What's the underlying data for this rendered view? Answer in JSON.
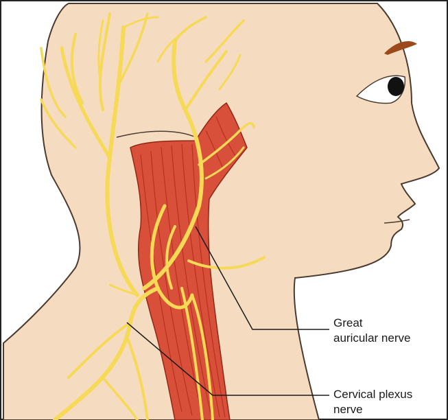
{
  "labels": {
    "great_auricular": [
      "Great",
      "auricular nerve"
    ],
    "cervical_plexus": [
      "Cervical plexus",
      "nerve"
    ]
  },
  "colors": {
    "skin": "#f5dcc0",
    "skin_outline": "#4a3a30",
    "muscle": "#d9503a",
    "muscle_stripe": "#b5321f",
    "nerve": "#f6d957",
    "leader_line": "#1a1a1a",
    "brow": "#9c4a1c",
    "eye": "#111111"
  }
}
